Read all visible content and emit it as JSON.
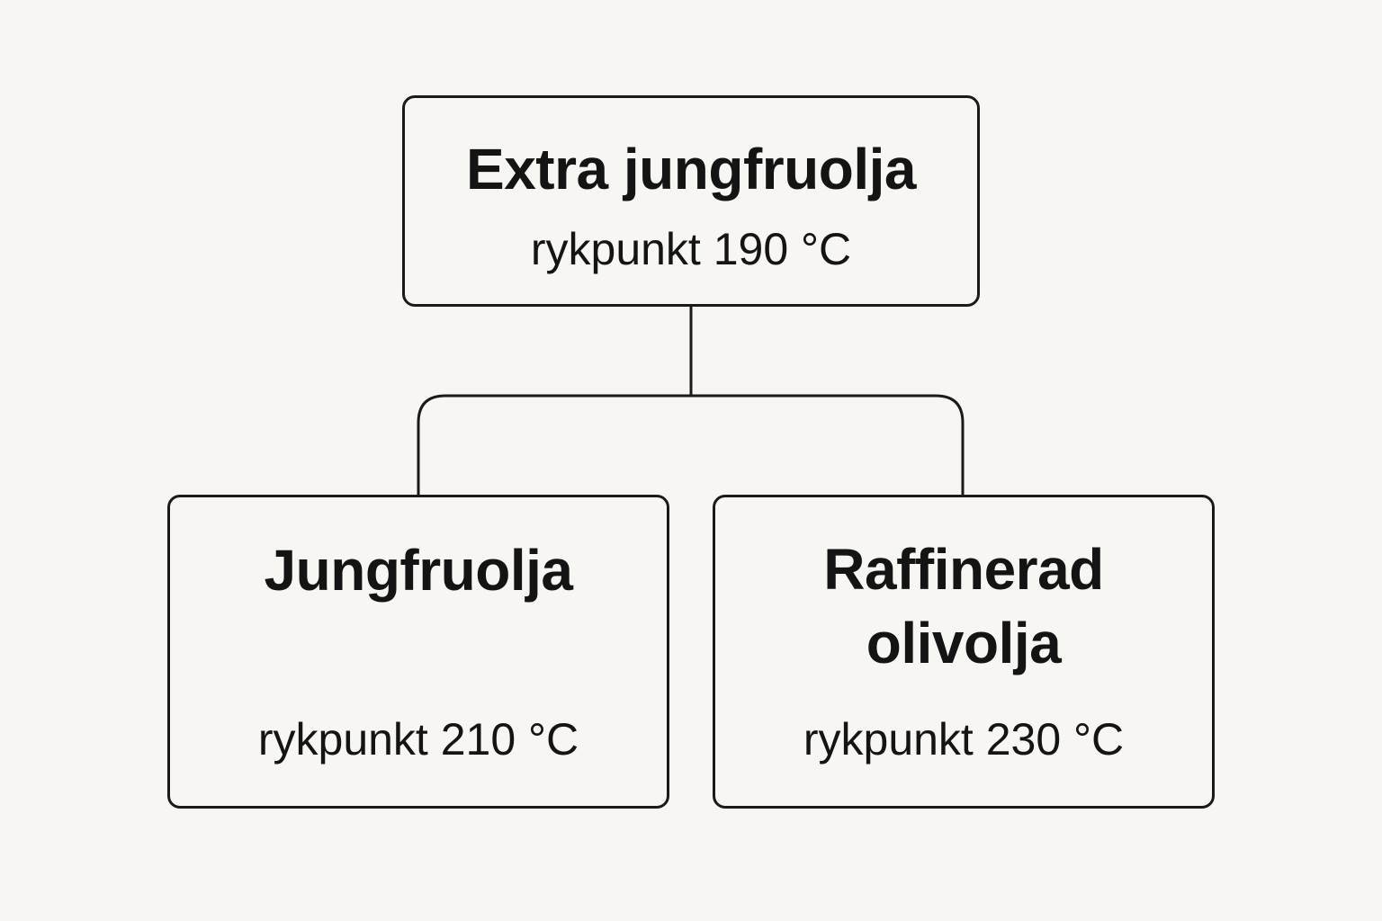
{
  "diagram": {
    "root": {
      "title": "Extra jungfruolja",
      "subtitle": "rykpunkt 190 °C"
    },
    "children": [
      {
        "title": "Jungfruolja",
        "subtitle": "rykpunkt 210 °C"
      },
      {
        "title": "Raffinerad\nolivolja",
        "subtitle": "rykpunkt 230 °C"
      }
    ]
  },
  "colors": {
    "background": "#f8f6f2",
    "stroke": "#1a1a1a",
    "text": "#141414"
  }
}
